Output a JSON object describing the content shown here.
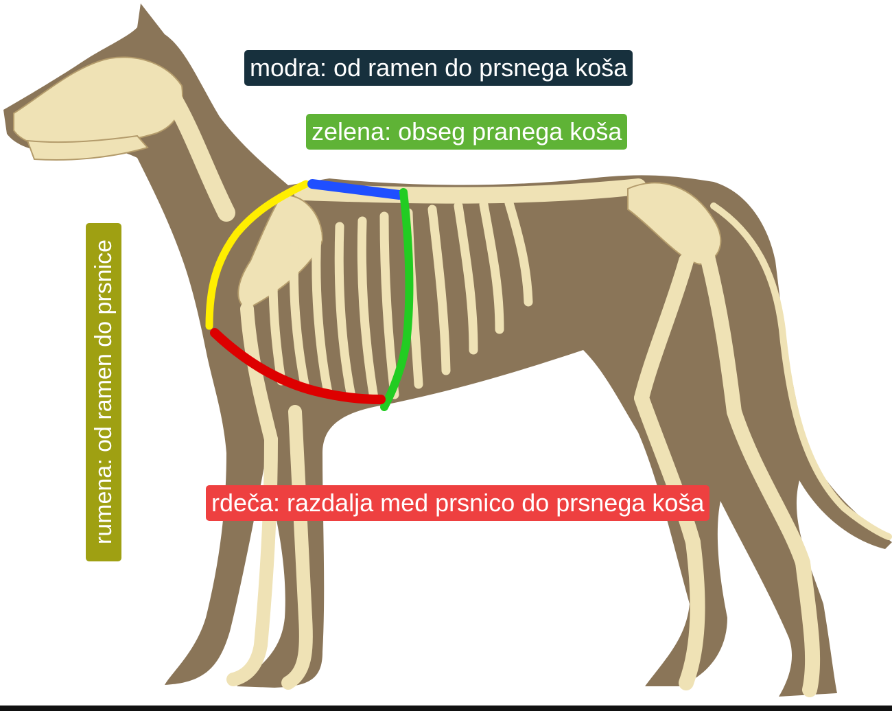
{
  "labels": {
    "blue": "modra: od ramen do prsnega koša",
    "green": "zelena: obseg pranega koša",
    "yellow": "rumena: od ramen do prsnice",
    "red": "rdeča: razdalja med prsnico do prsnega koša"
  },
  "colors": {
    "blue_label_bg": "#17303d",
    "green_label_bg": "#5fb336",
    "yellow_label_bg": "#9fa012",
    "red_label_bg": "#ee4040",
    "blue_line": "#1f4fff",
    "green_line": "#22cc22",
    "yellow_line": "#ffee00",
    "red_line": "#dd0000",
    "dog_silhouette": "#8a7558",
    "bone": "#efe2b5"
  },
  "image": {
    "subject": "dog-skeleton-illustration"
  }
}
